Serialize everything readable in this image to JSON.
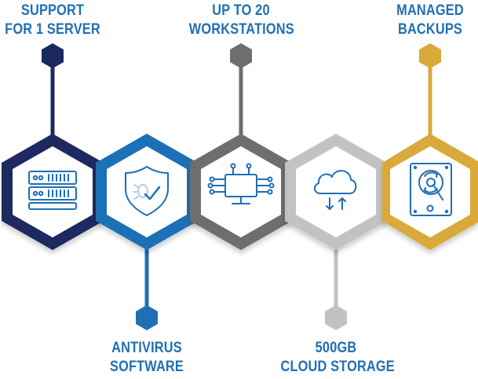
{
  "features": [
    {
      "line1": "SUPPORT",
      "line2": "FOR 1 SERVER",
      "icon": "server-icon",
      "color": "#1b2a5e"
    },
    {
      "line1": "ANTIVIRUS",
      "line2": "SOFTWARE",
      "icon": "shield-bug-icon",
      "color": "#1f6fb5"
    },
    {
      "line1": "UP TO 20",
      "line2": "WORKSTATIONS",
      "icon": "workstation-icon",
      "color": "#6e6e6e"
    },
    {
      "line1": "500GB",
      "line2": "CLOUD STORAGE",
      "icon": "cloud-sync-icon",
      "color": "#c2c2c2"
    },
    {
      "line1": "MANAGED",
      "line2": "BACKUPS",
      "icon": "backup-drive-icon",
      "color": "#d9a93a"
    }
  ],
  "icon_color": "#1f6fb5",
  "label_color": "#1f6fb5"
}
